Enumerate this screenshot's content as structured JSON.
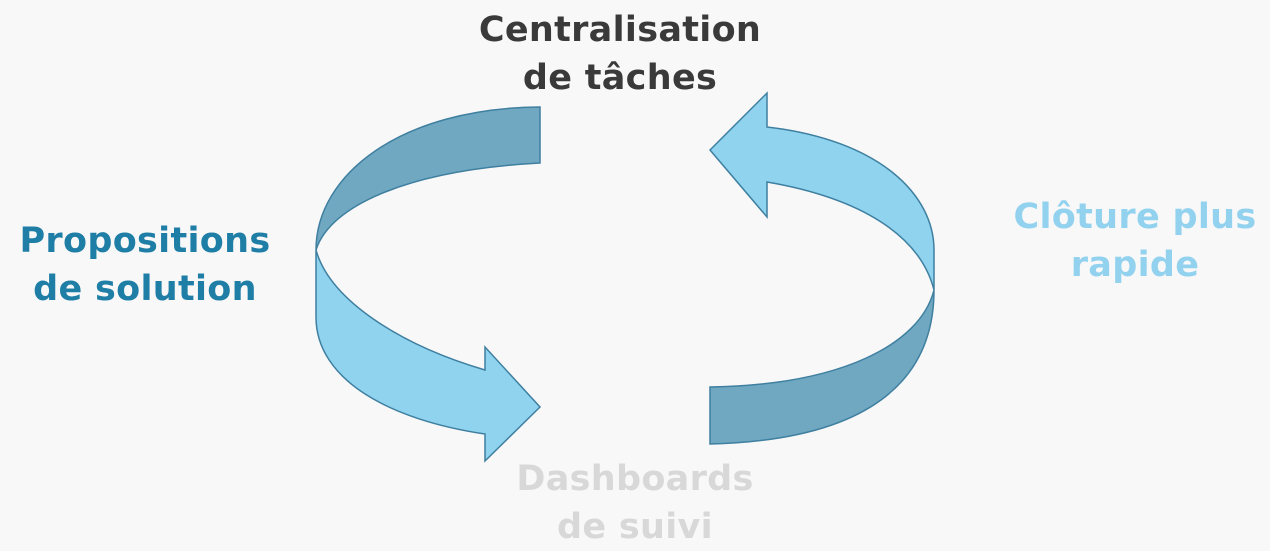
{
  "diagram": {
    "type": "cycle",
    "nodes": [
      {
        "id": "top",
        "lines": [
          "Centralisation",
          "de tâches"
        ]
      },
      {
        "id": "left",
        "lines": [
          "Propositions",
          "de solution"
        ]
      },
      {
        "id": "right",
        "lines": [
          "Clôture plus",
          "rapide"
        ]
      },
      {
        "id": "bottom",
        "lines": [
          "Dashboards",
          "de suivi"
        ]
      }
    ],
    "colors": {
      "top": "#3a3a3a",
      "left": "#1f7ea6",
      "right": "#92d2ef",
      "bottom": "#d8d8d8",
      "arrow_light": "#8fd3ef",
      "arrow_dark": "#6fa8c0",
      "arrow_stroke": "#3f7fa0"
    }
  }
}
